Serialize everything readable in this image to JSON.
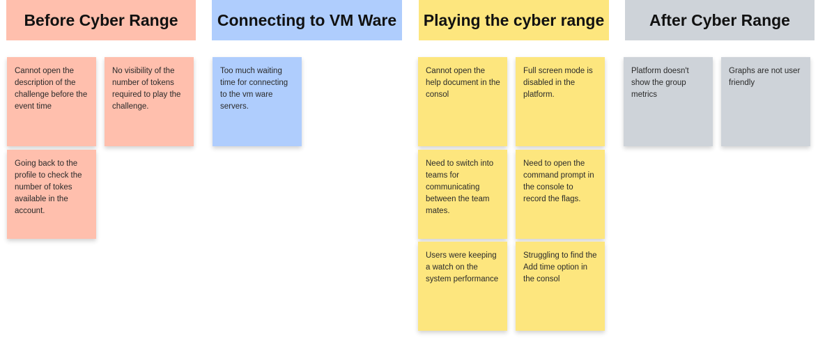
{
  "colors": {
    "red": "#ffbfad",
    "blue": "#afcdfd",
    "yellow": "#fde67e",
    "grey": "#ced3d9"
  },
  "columns": [
    {
      "title": "Before Cyber Range",
      "notes": [
        "Cannot open the description of the challenge before the event time",
        "No visibility of the number of tokens required to play the challenge.",
        "Going back to the profile to check the number of tokes available in the account."
      ]
    },
    {
      "title": "Connecting to VM Ware",
      "notes": [
        "Too much waiting time for connecting to the vm ware servers."
      ]
    },
    {
      "title": "Playing the cyber range",
      "notes": [
        "Cannot open the help document in the consol",
        "Full screen mode is disabled in the platform.",
        "Need to switch into teams for communicating between the team mates.",
        "Need to open the command prompt in the console to record the flags.",
        "Users were keeping a watch on the system performance",
        "Struggling to find the Add time option in the consol"
      ]
    },
    {
      "title": "After Cyber Range",
      "notes": [
        "Platform doesn't show the group metrics",
        "Graphs are not user friendly"
      ]
    }
  ]
}
